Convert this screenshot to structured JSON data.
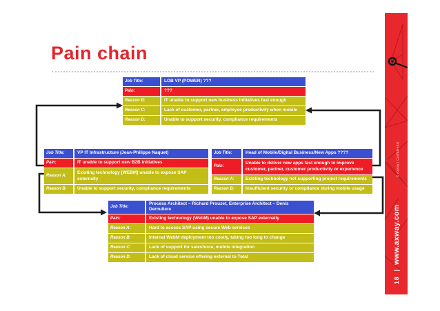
{
  "slide": {
    "title": "Pain chain",
    "page_number": "18",
    "separator": "|",
    "website": "www.axway.com",
    "footer_note": "© Axway | Confidential"
  },
  "colors": {
    "title": "#e2262e",
    "job_title_row": "#3b4fd1",
    "pain_row": "#ee1c24",
    "reason_row": "#c3bd17",
    "sidebar": "#e8282d",
    "sidebar_pattern": "#b5161d",
    "connector": "#1d1d1d"
  },
  "tables": {
    "top": {
      "rows": [
        {
          "label": "Job Title:",
          "value": "LOB VP (POWER) ???",
          "type": "job",
          "tall": false
        },
        {
          "label": "Pain:",
          "value": "???",
          "type": "pain",
          "tall": false
        },
        {
          "label": "Reason B:",
          "value": "IT unable to support new business initiatives fast enough",
          "type": "reason",
          "tall": false
        },
        {
          "label": "Reason C:",
          "value": "Lack of customer, partner, employee productivity  when mobile",
          "type": "reason",
          "tall": false
        },
        {
          "label": "Reason D:",
          "value": "Unable to support security, compliance requirements",
          "type": "reason",
          "tall": false
        }
      ]
    },
    "left": {
      "rows": [
        {
          "label": "Job Title:",
          "value": "VP IT Infrastructure (Jean-Philippe Naquet)",
          "type": "job",
          "tall": false
        },
        {
          "label": "Pain:",
          "value": "IT unable to support new B2B initiatives",
          "type": "pain",
          "tall": false
        },
        {
          "label": "Reason A:",
          "value": "Existing technology [WEBM] unable to expose SAP externally",
          "type": "reason",
          "tall": true
        },
        {
          "label": "Reason B:",
          "value": "Unable to support security, compliance requirements",
          "type": "reason",
          "tall": false
        }
      ]
    },
    "right": {
      "rows": [
        {
          "label": "Job Title:",
          "value": "Head of Mobile/Digital Business/New Apps ????",
          "type": "job",
          "tall": false
        },
        {
          "label": "Pain:",
          "value": "Unable to deliver new apps fast enough to improve customer, partner, customer productivity or experience",
          "type": "pain",
          "tall": true
        },
        {
          "label": "Reason A:",
          "value": "Existing technology not supporting project requirements",
          "type": "reason",
          "tall": false
        },
        {
          "label": "Reason B:",
          "value": "Insufficient security or compliance during mobile usage",
          "type": "reason",
          "tall": false
        }
      ]
    },
    "bottom": {
      "rows": [
        {
          "label": "Job Title:",
          "value": "Process Architect – Richard Prouzet, Enterprise Architect – Denis Dernuliere",
          "type": "job",
          "tall": false
        },
        {
          "label": "Pain:",
          "value": "Existing technology (WebM) unable to expose SAP externally",
          "type": "pain",
          "tall": false
        },
        {
          "label": "Reason A:",
          "value": "Hard to access SAP using secure Web services",
          "type": "reason",
          "tall": false
        },
        {
          "label": "Reason B:",
          "value": "Internal WebM deployment too costly, taking too long to change",
          "type": "reason",
          "tall": false
        },
        {
          "label": "Reason C:",
          "value": "Lack of support for salesforce, mobile integration",
          "type": "reason",
          "tall": false
        },
        {
          "label": "Reason D:",
          "value": "Lack of cloud service offering external to Total",
          "type": "reason",
          "tall": false
        }
      ]
    }
  }
}
